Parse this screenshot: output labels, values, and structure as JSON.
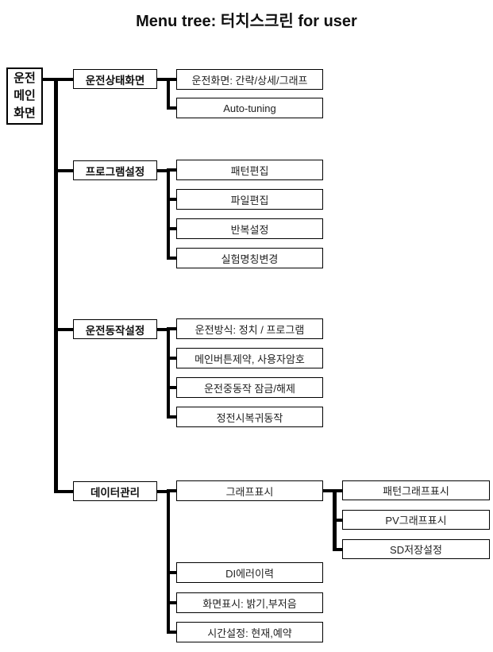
{
  "title": "Menu tree: 터치스크린 for user",
  "root": {
    "lines": [
      "운전",
      "메인",
      "화면"
    ]
  },
  "groups": [
    {
      "label": "운전상태화면",
      "children": [
        {
          "label": "운전화면: 간략/상세/그래프"
        },
        {
          "label": "Auto-tuning"
        }
      ]
    },
    {
      "label": "프로그램설정",
      "children": [
        {
          "label": "패턴편집"
        },
        {
          "label": "파일편집"
        },
        {
          "label": "반복설정"
        },
        {
          "label": "실험명칭변경"
        }
      ]
    },
    {
      "label": "운전동작설정",
      "children": [
        {
          "label": "운전방식: 정치 / 프로그램"
        },
        {
          "label": "메인버튼제약, 사용자암호"
        },
        {
          "label": "운전중동작 잠금/해제"
        },
        {
          "label": "정전시복귀동작"
        }
      ]
    },
    {
      "label": "데이터관리",
      "children": [
        {
          "label": "그래프표시",
          "children": [
            {
              "label": "패턴그래프표시"
            },
            {
              "label": "PV그래프표시"
            },
            {
              "label": "SD저장설정"
            }
          ]
        },
        {
          "label": "DI에러이력"
        },
        {
          "label": "화면표시: 밝기,부저음"
        },
        {
          "label": "시간설정: 현재,예약"
        }
      ]
    }
  ],
  "colors": {
    "line": "#000000",
    "border": "#000000",
    "text": "#111111",
    "background": "#ffffff"
  }
}
